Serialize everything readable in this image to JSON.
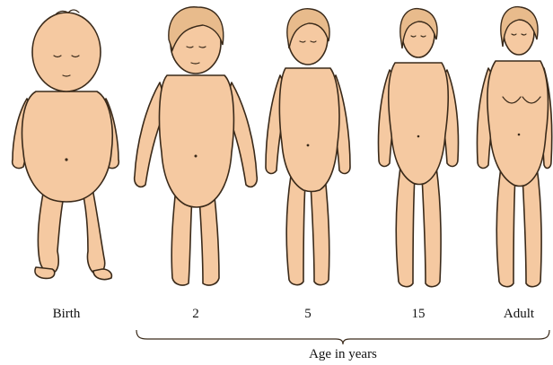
{
  "figure": {
    "skin_color": "#f5c9a1",
    "outline_color": "#3a2a1a",
    "hair_color": "#e8bb8c",
    "stages": [
      {
        "label": "Birth"
      },
      {
        "label": "2"
      },
      {
        "label": "5"
      },
      {
        "label": "15"
      },
      {
        "label": "Adult"
      }
    ],
    "age_axis_label": "Age in years"
  }
}
